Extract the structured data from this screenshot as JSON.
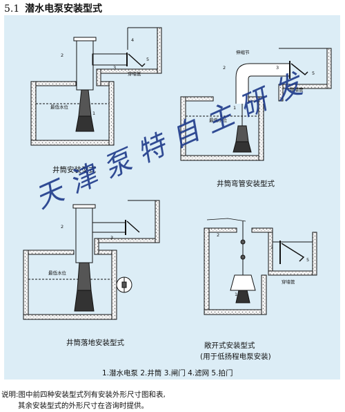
{
  "header": {
    "section_number": "5.1",
    "title": "潜水电泵安装型式"
  },
  "diagrams": {
    "well": {
      "caption": "井筒安装型式",
      "labels": {
        "min_water_level": "最低水位",
        "wall_pipe": "穿墙管",
        "n1": "1",
        "n2": "2",
        "n3": "3",
        "n4": "4",
        "n5": "5"
      }
    },
    "bend": {
      "caption": "井筒弯管安装型式",
      "labels": {
        "expansion_joint": "伸缩节",
        "min_water_level": "最低水位",
        "wall_pipe": "穿墙管",
        "n1": "1",
        "n2": "2",
        "n3": "3",
        "n5": "5"
      }
    },
    "floor": {
      "caption": "井筒落地安装型式",
      "labels": {
        "min_water_level": "最低水位",
        "n2": "2",
        "n3": "3"
      }
    },
    "open": {
      "caption_line1": "敞开式安装型式",
      "caption_line2": "(用于低扬程电泵安装)",
      "labels": {
        "wall_pipe": "穿墙管",
        "n1": "1",
        "n2": "2",
        "n3": "3",
        "n5": "5"
      }
    }
  },
  "legend": "1.潜水电泵   2.井筒   3.闸门   4.滤网   5.拍门",
  "note": {
    "line1": "说明:图中前四种安装型式列有安装外形尺寸图和表,",
    "line2": "其余安装型式的外形尺寸在咨询时提供。"
  },
  "watermark": "天津泵特自主研发",
  "colors": {
    "panel_bg": "#dcedf6",
    "line": "#111111",
    "concrete": "#8a8a8a",
    "watermark": "#1e3a8a"
  }
}
